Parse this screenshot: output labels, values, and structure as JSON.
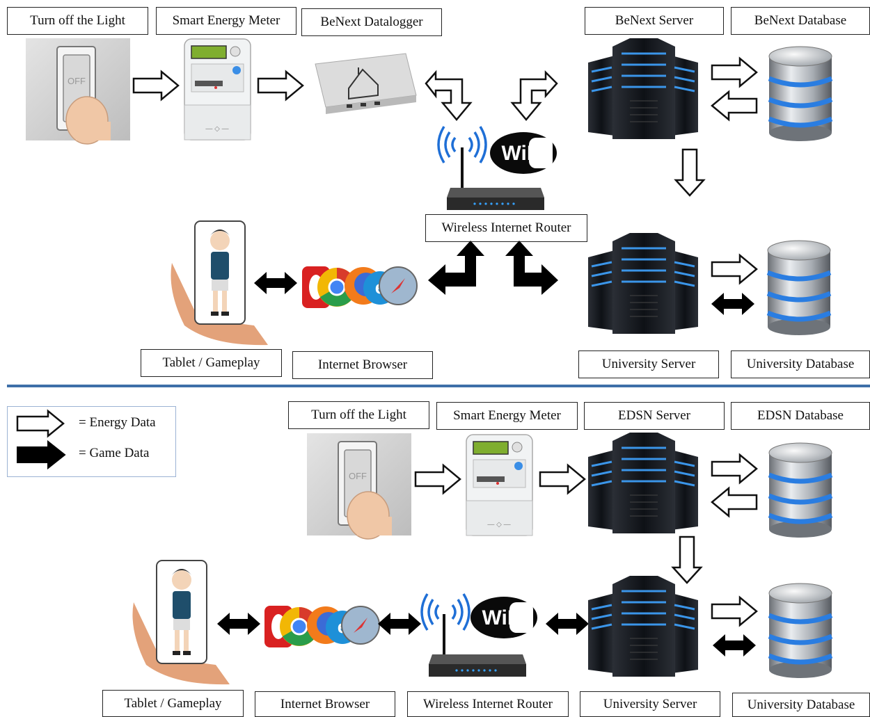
{
  "top": {
    "labels": {
      "turn_off": "Turn off the Light",
      "meter": "Smart Energy Meter",
      "datalogger": "BeNext Datalogger",
      "server": "BeNext Server",
      "database": "BeNext Database",
      "router": "Wireless Internet Router",
      "tablet": "Tablet / Gameplay",
      "browser": "Internet Browser",
      "uni_server": "University Server",
      "uni_database": "University Database"
    }
  },
  "bottom": {
    "labels": {
      "turn_off": "Turn off the Light",
      "meter": "Smart Energy Meter",
      "server": "EDSN Server",
      "database": "EDSN Database",
      "tablet": "Tablet / Gameplay",
      "browser": "Internet Browser",
      "router": "Wireless Internet Router",
      "uni_server": "University Server",
      "uni_database": "University Database"
    }
  },
  "legend": {
    "energy": "= Energy Data",
    "game": "= Game Data"
  },
  "icons": {
    "switch_label": "OFF",
    "wifi_text": "WiFi"
  },
  "colors": {
    "divider": "#3e6fa8",
    "server_glow": "#3fa3ff",
    "db_band": "#2a7de1"
  }
}
